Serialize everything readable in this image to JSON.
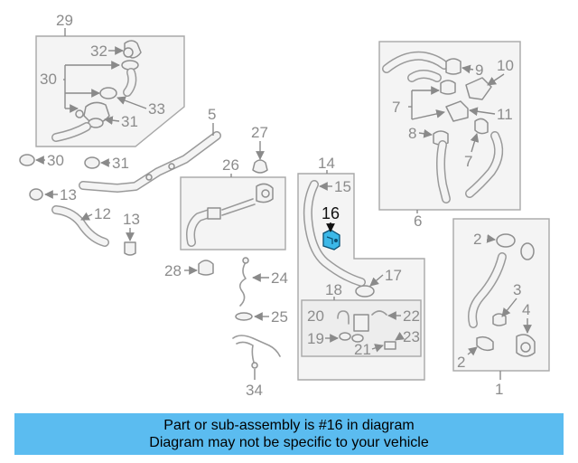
{
  "diagram": {
    "callouts": [
      "29",
      "32",
      "30",
      "33",
      "31",
      "30",
      "31",
      "5",
      "27",
      "26",
      "13",
      "12",
      "13",
      "28",
      "24",
      "25",
      "34",
      "14",
      "15",
      "16",
      "17",
      "18",
      "20",
      "22",
      "19",
      "23",
      "21",
      "6",
      "9",
      "10",
      "7",
      "11",
      "8",
      "7",
      "2",
      "3",
      "4",
      "2",
      "1"
    ],
    "highlighted_part": "16",
    "highlight_color": "#3cb8e8"
  },
  "banner": {
    "line1": "Part or sub-assembly is #16 in diagram",
    "line2": "Diagram may not be specific to your vehicle",
    "background": "#5bbcf0"
  }
}
